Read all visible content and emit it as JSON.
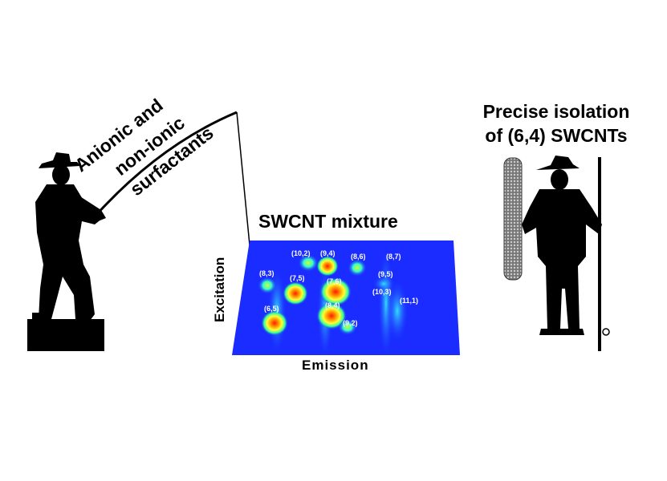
{
  "left_labels": {
    "line1": "Anionic and",
    "line2": "non-ionic",
    "line3": "surfactants"
  },
  "center": {
    "title": "SWCNT mixture",
    "x_label": "Emission",
    "y_label": "Excitation",
    "chirality_labels": [
      "(8,3)",
      "(10,2)",
      "(9,4)",
      "(8,6)",
      "(8,7)",
      "(7,5)",
      "(7,6)",
      "(9,5)",
      "(10,3)",
      "(11,1)",
      "(6,5)",
      "(8,4)",
      "(9,2)"
    ]
  },
  "right_labels": {
    "line1": "Precise isolation",
    "line2": "of (6,4) SWCNTs"
  },
  "colors": {
    "map_background": "#1a2cff",
    "hotspot_core": "#ff2200",
    "silhouette": "#000000"
  }
}
